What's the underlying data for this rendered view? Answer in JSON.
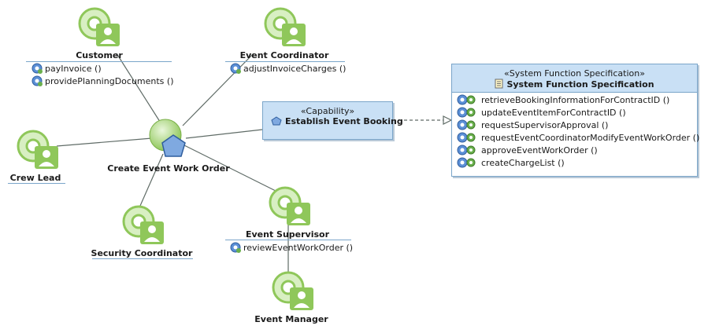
{
  "diagram": {
    "use_case": {
      "name": "Create Event Work Order"
    },
    "actors": {
      "customer": {
        "name": "Customer",
        "operations": [
          "payInvoice ()",
          "providePlanningDocuments ()"
        ]
      },
      "event_coordinator": {
        "name": "Event Coordinator",
        "operations": [
          "adjustInvoiceCharges ()"
        ]
      },
      "crew_lead": {
        "name": "Crew Lead"
      },
      "security_coordinator": {
        "name": "Security Coordinator"
      },
      "event_supervisor": {
        "name": "Event Supervisor",
        "operations": [
          "reviewEventWorkOrder ()"
        ]
      },
      "event_manager": {
        "name": "Event Manager"
      }
    },
    "capability": {
      "stereotype": "«Capability»",
      "name": "Establish Event Booking"
    },
    "system_function_spec": {
      "stereotype": "«System Function Specification»",
      "name": "System Function Specification",
      "operations": [
        "retrieveBookingInformationForContractID ()",
        "updateEventItemForContractID ()",
        "requestSupervisorApproval ()",
        "requestEventCoordinatorModifyEventWorkOrder ()",
        "approveEventWorkOrder ()",
        "createChargeList ()"
      ]
    },
    "colors": {
      "actor_green": "#8fc75a",
      "actor_green_light": "#d8efc2",
      "box_fill": "#c9e0f5",
      "box_border": "#7aa5c9",
      "line": "#5f6b66",
      "pentagon": "#7fa9e0"
    }
  }
}
